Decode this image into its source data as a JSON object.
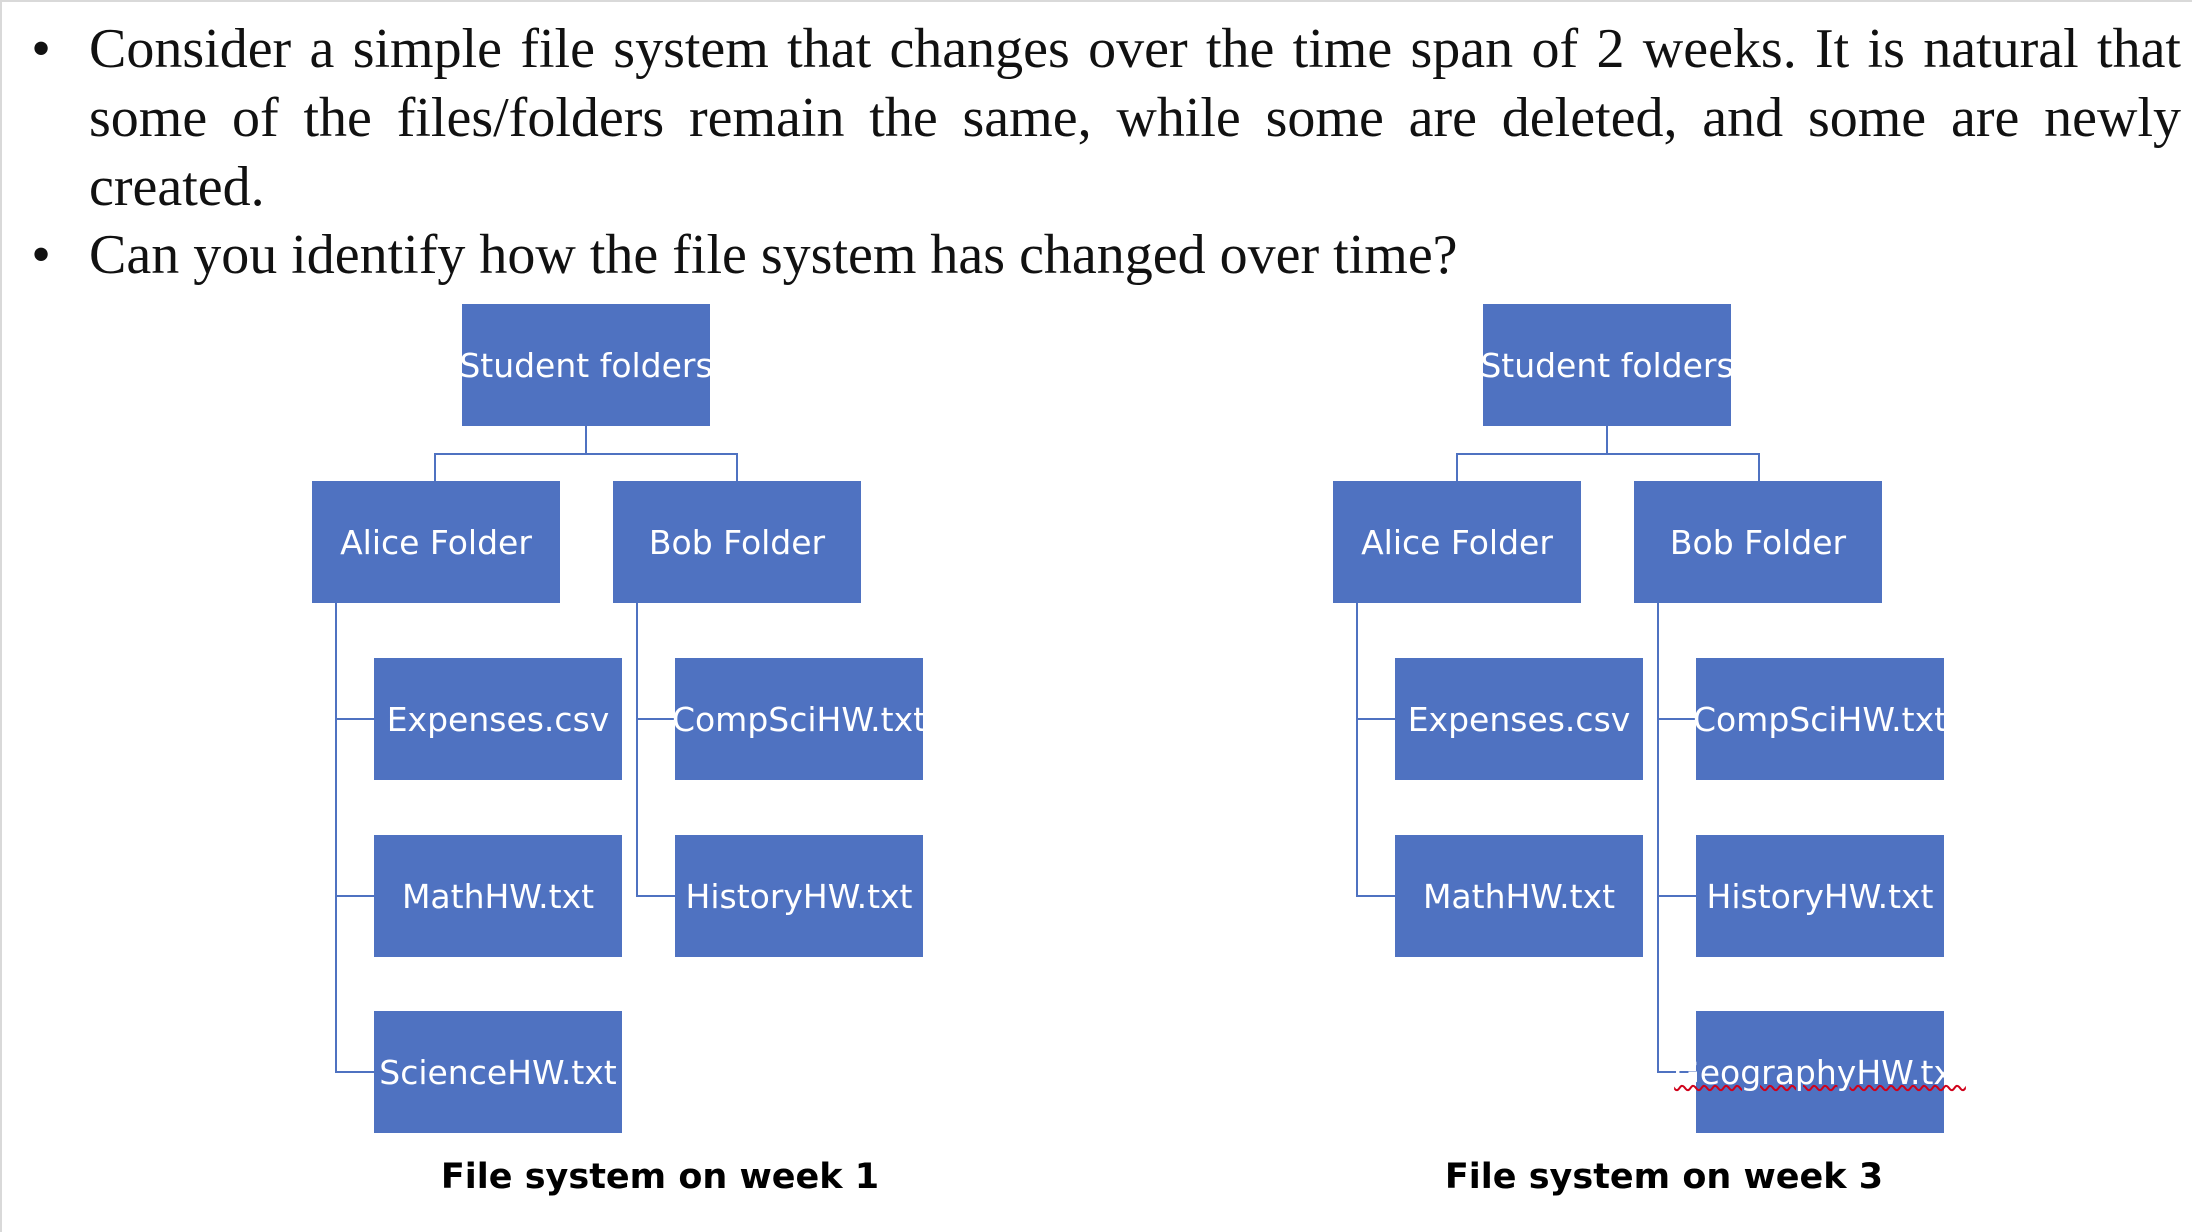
{
  "bullets": [
    {
      "marker": "•",
      "text": "Consider a simple file system that changes over the time span of 2 weeks. It is natural that some of the files/folders remain the same, while some are deleted, and some are newly created."
    },
    {
      "marker": "•",
      "text": "Can you identify how the file system has changed over time?"
    }
  ],
  "week1": {
    "root": "Student folders",
    "folders": [
      {
        "label": "Alice Folder",
        "files": [
          "Expenses.csv",
          "MathHW.txt",
          "ScienceHW.txt"
        ]
      },
      {
        "label": "Bob Folder",
        "files": [
          "CompSciHW.txt",
          "HistoryHW.txt"
        ]
      }
    ],
    "caption": "File system on week 1"
  },
  "week3": {
    "root": "Student folders",
    "folders": [
      {
        "label": "Alice Folder",
        "files": [
          "Expenses.csv",
          "MathHW.txt"
        ]
      },
      {
        "label": "Bob Folder",
        "files": [
          "CompSciHW.txt",
          "HistoryHW.txt",
          "GeographyHW.txt"
        ]
      }
    ],
    "caption": "File system on week 3"
  },
  "colors": {
    "box": "#4f72c1",
    "box_text": "#ffffff",
    "spellcheck": "#d0021b"
  }
}
